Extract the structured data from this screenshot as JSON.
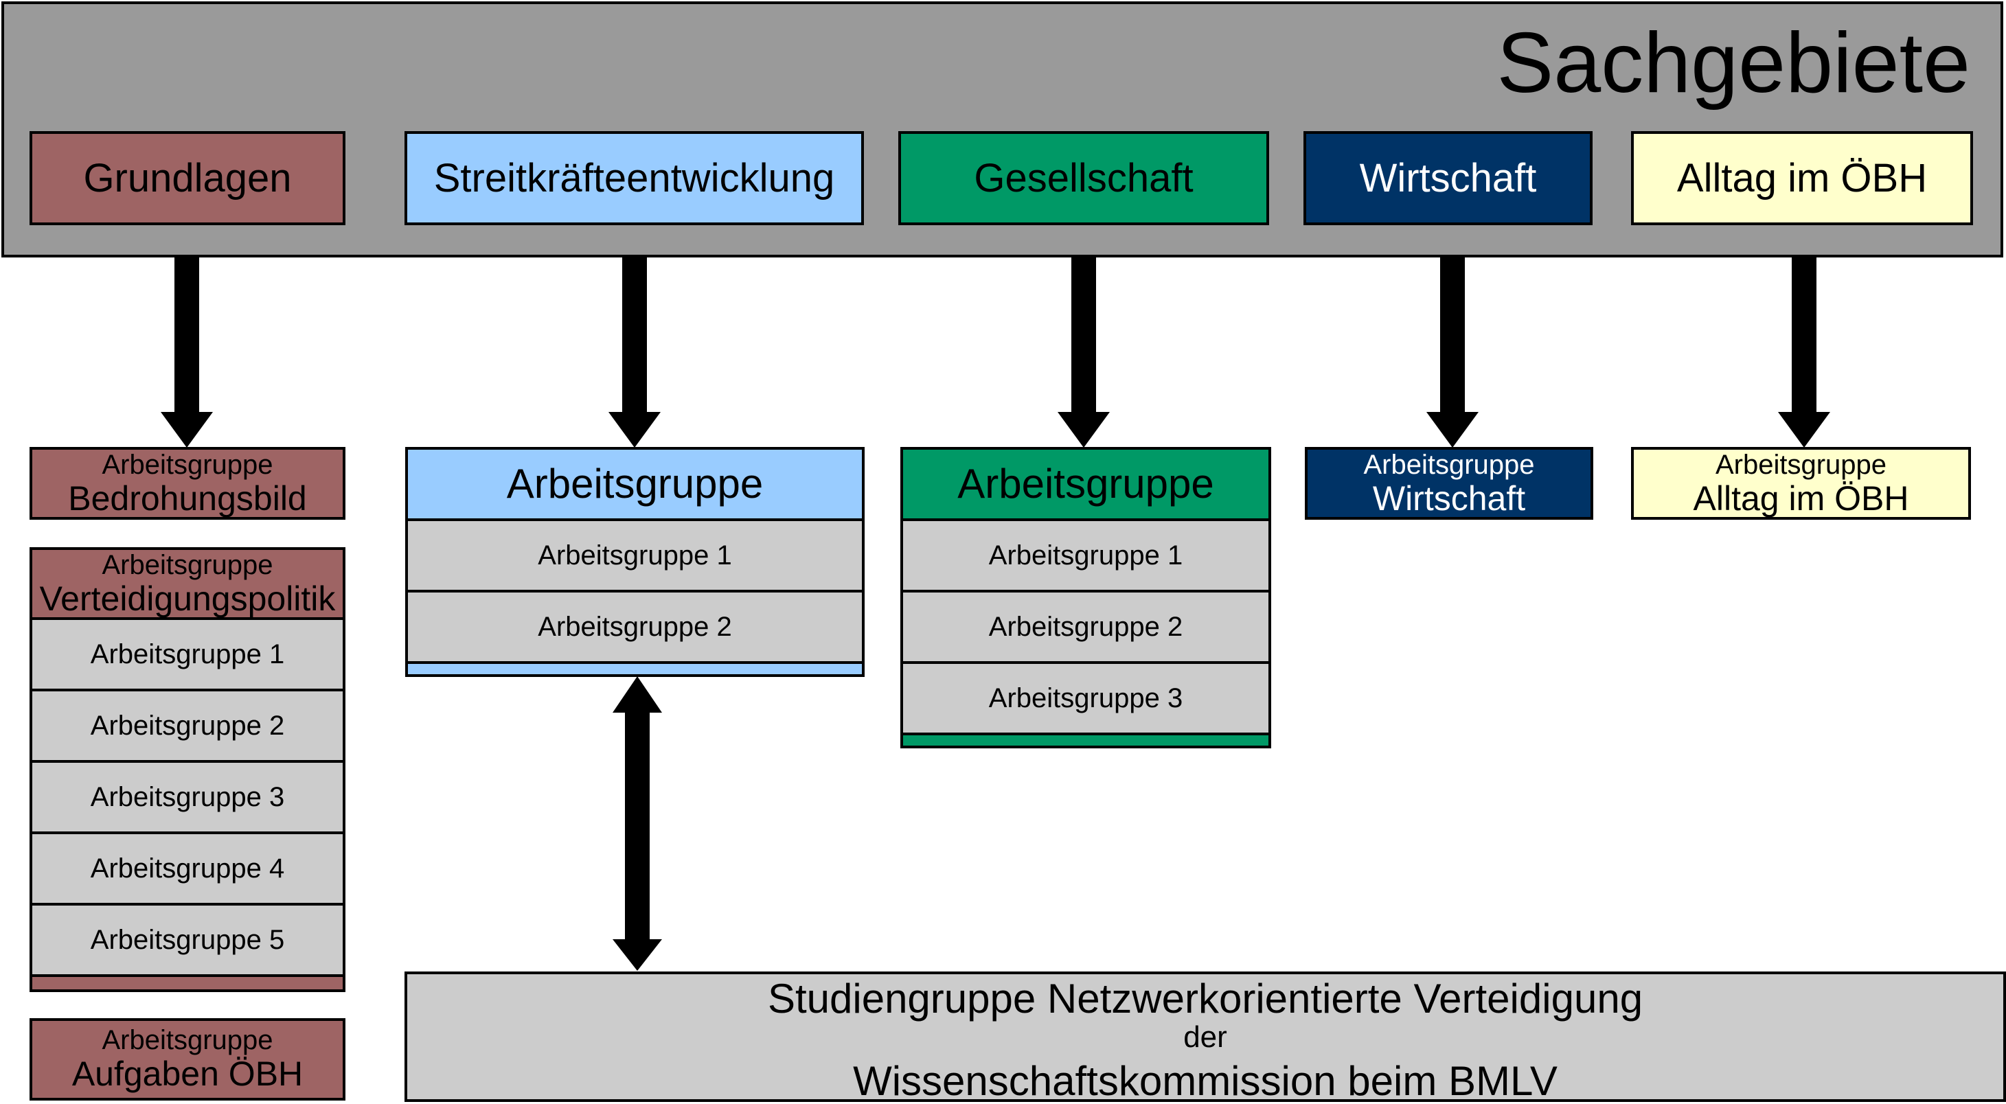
{
  "title": "Sachgebiete",
  "colors": {
    "banner": "#9a9a9a",
    "grundlagen": "#9e6464",
    "streitkraefte": "#99ccff",
    "gesellschaft": "#009966",
    "wirtschaft": "#003366",
    "alltag": "#ffffcc",
    "row": "#cccccc"
  },
  "categories": [
    {
      "label": "Grundlagen"
    },
    {
      "label": "Streitkräfteentwicklung"
    },
    {
      "label": "Gesellschaft"
    },
    {
      "label": "Wirtschaft"
    },
    {
      "label": "Alltag im ÖBH"
    }
  ],
  "groups": {
    "bedrohungsbild": {
      "small": "Arbeitsgruppe",
      "large": "Bedrohungsbild"
    },
    "verteidigungspolitik": {
      "small": "Arbeitsgruppe",
      "large": "Verteidigungspolitik",
      "rows": [
        "Arbeitsgruppe 1",
        "Arbeitsgruppe 2",
        "Arbeitsgruppe 3",
        "Arbeitsgruppe 4",
        "Arbeitsgruppe 5"
      ]
    },
    "aufgaben": {
      "small": "Arbeitsgruppe",
      "large": "Aufgaben ÖBH"
    },
    "streitkraefte": {
      "title": "Arbeitsgruppe",
      "rows": [
        "Arbeitsgruppe 1",
        "Arbeitsgruppe 2"
      ]
    },
    "gesellschaft": {
      "title": "Arbeitsgruppe",
      "rows": [
        "Arbeitsgruppe 1",
        "Arbeitsgruppe 2",
        "Arbeitsgruppe 3"
      ]
    },
    "wirtschaft": {
      "small": "Arbeitsgruppe",
      "large": "Wirtschaft"
    },
    "alltag": {
      "small": "Arbeitsgruppe",
      "large": "Alltag im ÖBH"
    }
  },
  "bottom": {
    "line1": "Studiengruppe Netzwerkorientierte Verteidigung",
    "line2": "der",
    "line3": "Wissenschaftskommission beim BMLV"
  }
}
